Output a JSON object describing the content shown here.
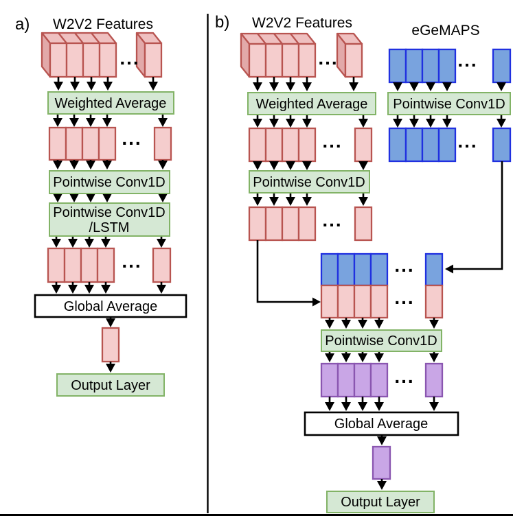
{
  "figure": {
    "panel_a": {
      "label": "a)",
      "title": "W2V2 Features",
      "nodes": {
        "weighted_average": "Weighted Average",
        "pointwise_conv1d": "Pointwise Conv1D",
        "pointwise_conv1d_lstm_line1": "Pointwise Conv1D",
        "pointwise_conv1d_lstm_line2": "/LSTM",
        "global_average": "Global Average",
        "output_layer": "Output Layer"
      }
    },
    "panel_b": {
      "label": "b)",
      "title_w2v2": "W2V2 Features",
      "title_egemaps": "eGeMAPS",
      "nodes": {
        "weighted_average": "Weighted Average",
        "pointwise_conv1d_egemaps": "Pointwise Conv1D",
        "pointwise_conv1d_w2v2": "Pointwise Conv1D",
        "pointwise_conv1d_fusion": "Pointwise Conv1D",
        "global_average": "Global Average",
        "output_layer": "Output Layer"
      }
    },
    "ellipsis": "...",
    "colors": {
      "w2v2_fill": "#f5cdcd",
      "w2v2_stroke": "#b85450",
      "egemaps_fill": "#79a3de",
      "egemaps_stroke": "#2030e0",
      "fused_fill": "#c9a6e6",
      "fused_stroke": "#8a56b0",
      "layer_fill": "#d5e8d4",
      "layer_stroke": "#82b366",
      "plain_fill": "#ffffff",
      "plain_stroke": "#000000"
    }
  }
}
